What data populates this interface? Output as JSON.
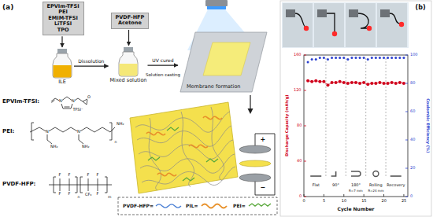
{
  "diagram": {
    "nodes": [
      {
        "text": [
          "EPVIm-TFSI",
          "PEI",
          "EMIM-TFSI",
          "LiTFSI",
          "TPO"
        ]
      },
      {
        "text": [
          "ILE"
        ]
      },
      {
        "text": [
          "PVDF-HFP",
          "Acetone"
        ]
      },
      {
        "text": [
          "Mixed solution"
        ]
      },
      {
        "text": [
          "Membrane formation"
        ]
      }
    ],
    "edges": [
      {
        "from": 0,
        "to": 1,
        "arrow": "to"
      },
      {
        "from": 1,
        "to": 3,
        "label": "Dissolution",
        "arrow": "to"
      },
      {
        "from": 2,
        "to": 3,
        "arrow": "to"
      },
      {
        "from": 3,
        "to": 4,
        "label": "UV cured",
        "arrow": "to"
      }
    ],
    "labels": [
      "(a)",
      "Solution casting",
      "EPVIm-TFSI:",
      "N",
      "N",
      "O",
      "TFSI⁻",
      "PEI:",
      "N",
      "N",
      "NH₂",
      "NH₂",
      "NH₂",
      "n",
      "PVDF-HFP:",
      "F",
      "F",
      "F",
      "F",
      "F",
      "CF₃",
      "F",
      "F",
      "n",
      "m",
      "+",
      "−",
      "(b)",
      "Discharge Capacity (mAh/g)",
      "Coulombic Efficiency (%)",
      "0",
      "40",
      "80",
      "120",
      "160",
      "0",
      "20",
      "40",
      "60",
      "80",
      "100",
      "0",
      "5",
      "10",
      "15",
      "20",
      "25",
      "Cycle Number",
      "Flat",
      "90°",
      "180°",
      "Rolling",
      "Recovery",
      "R=7 mm",
      "R=24 mm"
    ],
    "legend": [
      {
        "text": "PVDF-HFP="
      },
      {
        "text": "PIL="
      },
      {
        "text": "PEI="
      }
    ]
  }
}
